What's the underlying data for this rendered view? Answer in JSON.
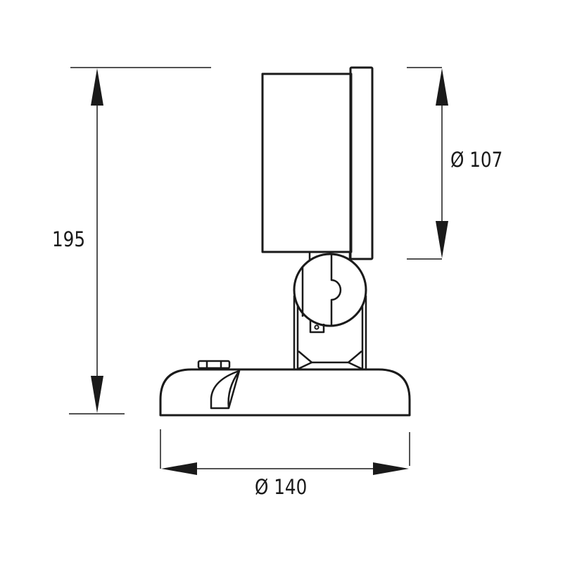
{
  "drawing": {
    "title": "Spotlight dimension drawing",
    "subject": "Adjustable wall/ceiling spot luminaire with cylindrical head, pivot hinge and round base",
    "units": "mm",
    "line_color": "#1a1a1a",
    "background": "#ffffff"
  },
  "dimensions": {
    "total_height": {
      "label": "195",
      "value": 195,
      "orientation": "vertical"
    },
    "head_diameter": {
      "label": "Ø 107",
      "value": 107,
      "orientation": "vertical"
    },
    "base_diameter": {
      "label": "Ø 140",
      "value": 140,
      "orientation": "horizontal"
    }
  },
  "parts": [
    {
      "name": "lamp-head-body"
    },
    {
      "name": "front-bezel"
    },
    {
      "name": "pivot-hinge"
    },
    {
      "name": "stem-bracket"
    },
    {
      "name": "base-canopy"
    },
    {
      "name": "cable-gland-nut"
    },
    {
      "name": "cable-entry"
    }
  ]
}
